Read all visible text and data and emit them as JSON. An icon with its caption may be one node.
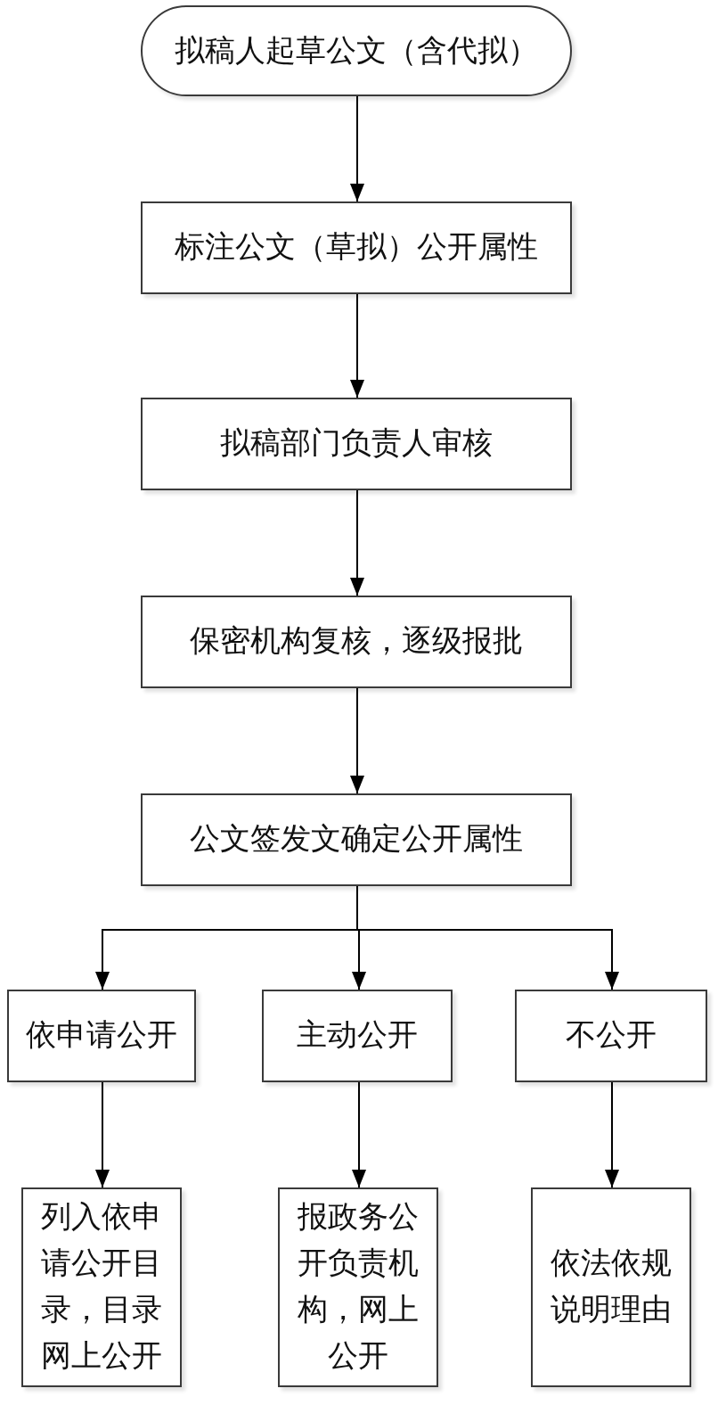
{
  "diagram": {
    "nodes": [
      {
        "text": [
          "拟稿人起草公文（含代拟）"
        ]
      },
      {
        "text": [
          "标注公文（草拟）公开属性"
        ]
      },
      {
        "text": [
          "拟稿部门负责人审核"
        ]
      },
      {
        "text": [
          "保密机构复核，逐级报批"
        ]
      },
      {
        "text": [
          "公文签发文确定公开属性"
        ]
      },
      {
        "text": [
          "依申请公开"
        ]
      },
      {
        "text": [
          "主动公开"
        ]
      },
      {
        "text": [
          "不公开"
        ]
      },
      {
        "text": [
          "列入依申请公开目录，目录网上公开"
        ]
      },
      {
        "text": [
          "报政务公开负责机构，网上公开"
        ]
      },
      {
        "text": [
          "依法依规说明理由"
        ]
      }
    ],
    "edges": [
      {
        "from": 0,
        "to": 1,
        "arrow": "to"
      },
      {
        "from": 1,
        "to": 2,
        "arrow": "to"
      },
      {
        "from": 2,
        "to": 3,
        "arrow": "to"
      },
      {
        "from": 3,
        "to": 4,
        "arrow": "to"
      },
      {
        "from": 4,
        "to": 5,
        "arrow": "to"
      },
      {
        "from": 4,
        "to": 6,
        "arrow": "to"
      },
      {
        "from": 4,
        "to": 7,
        "arrow": "to"
      },
      {
        "from": 5,
        "to": 8,
        "arrow": "to"
      },
      {
        "from": 6,
        "to": 9,
        "arrow": "to"
      },
      {
        "from": 7,
        "to": 10,
        "arrow": "to"
      }
    ]
  }
}
